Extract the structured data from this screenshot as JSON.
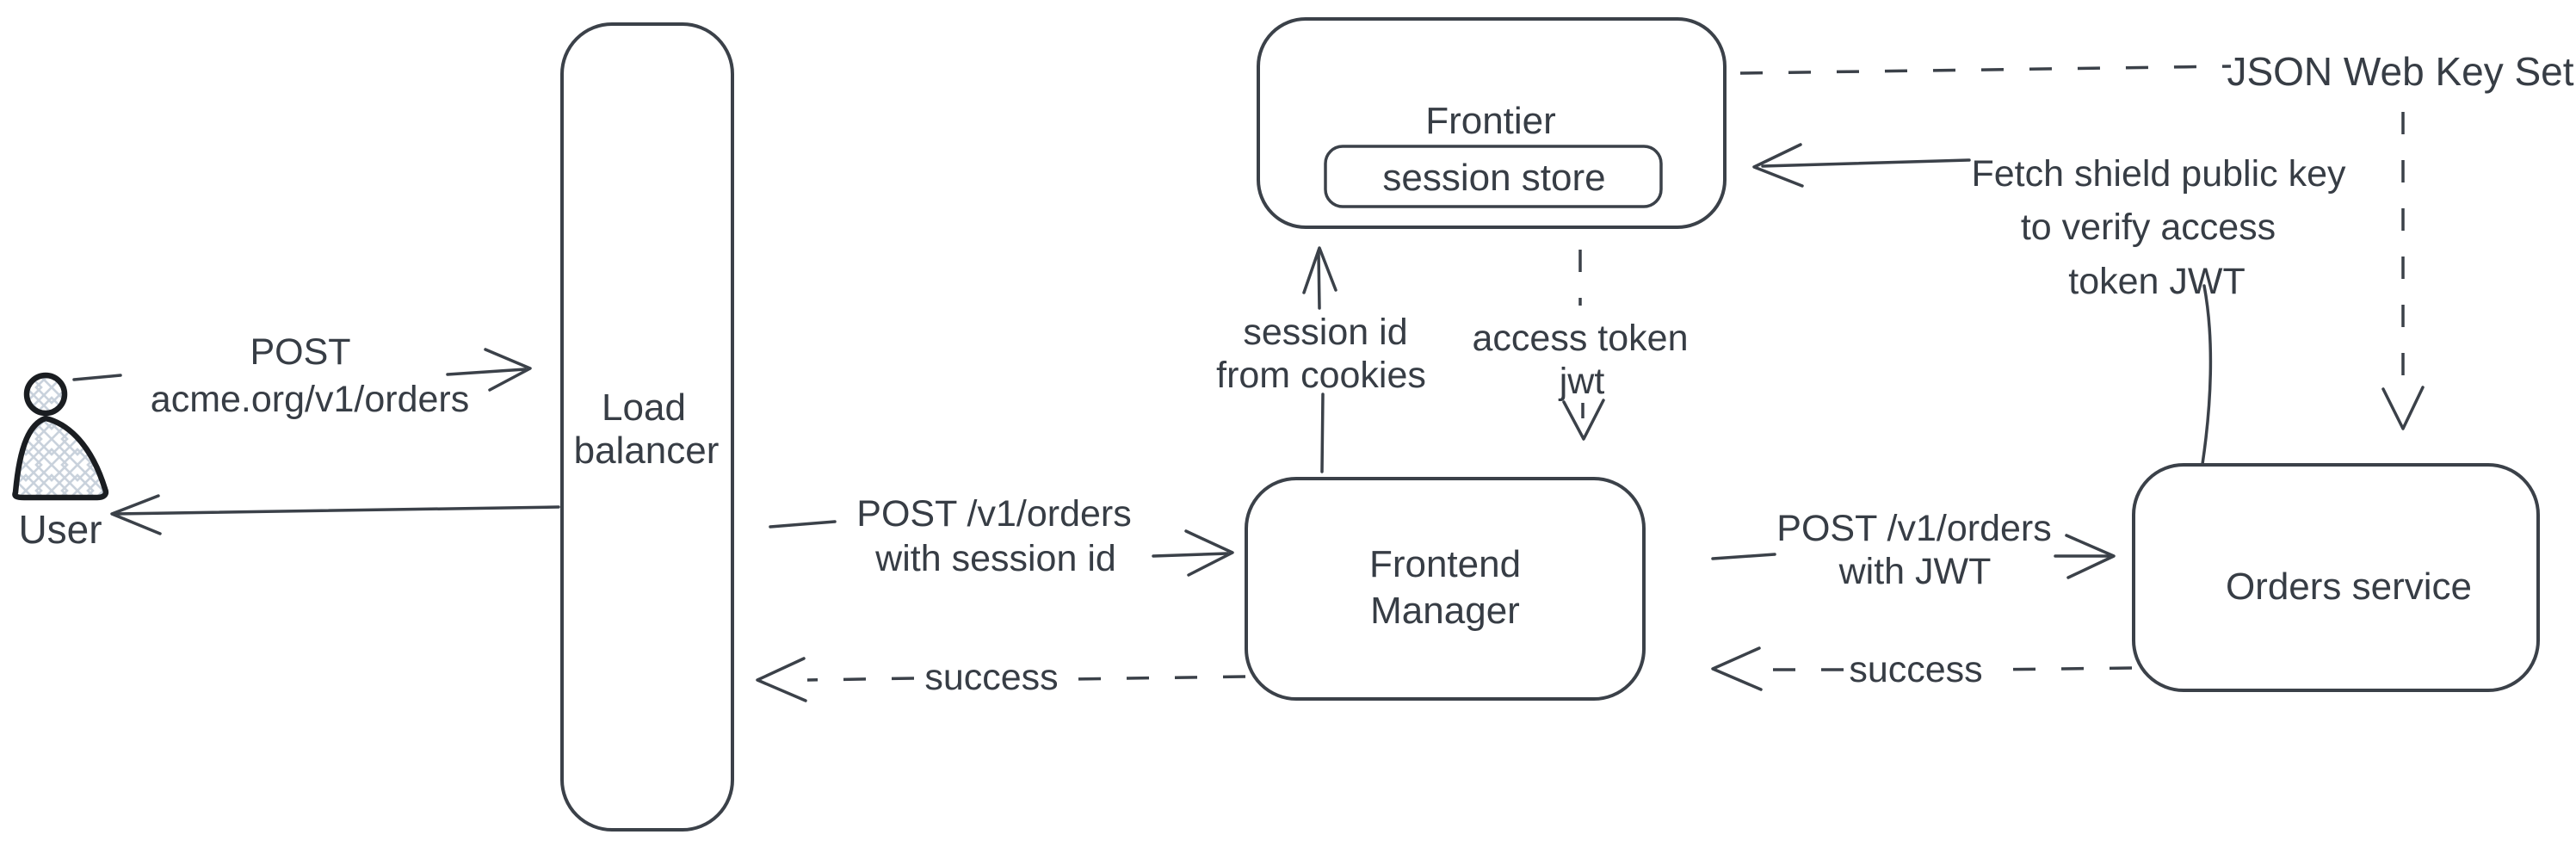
{
  "diagram": {
    "kind": "hand-drawn architecture flow diagram",
    "nodes": {
      "user": {
        "label": "User"
      },
      "load_balancer": {
        "line1": "Load",
        "line2": "balancer"
      },
      "frontier": {
        "label": "Frontier",
        "store_label": "session store"
      },
      "frontend_manager": {
        "line1": "Frontend",
        "line2": "Manager"
      },
      "orders_service": {
        "label": "Orders service"
      }
    },
    "edges": {
      "user_to_lb": {
        "line1": "POST",
        "line2": "acme.org/v1/orders",
        "style": "solid"
      },
      "lb_to_user": {
        "style": "solid"
      },
      "lb_to_fm": {
        "line1": "POST /v1/orders",
        "line2": "with session id",
        "style": "solid"
      },
      "fm_to_lb": {
        "label": "success",
        "style": "dashed"
      },
      "fm_to_frontier": {
        "line1": "session id",
        "line2": "from cookies",
        "style": "solid"
      },
      "frontier_to_fm": {
        "line1": "access token",
        "line2": "jwt",
        "style": "dashed"
      },
      "fm_to_orders": {
        "line1": "POST /v1/orders",
        "line2": "with JWT",
        "style": "solid"
      },
      "orders_to_fm": {
        "label": "success",
        "style": "dashed"
      },
      "orders_to_frontier": {
        "line1": "Fetch shield public key",
        "line2": "to verify access",
        "line3": "token JWT",
        "style": "solid"
      },
      "frontier_to_jwks": {
        "label": "JSON Web Key Set",
        "style": "dashed"
      },
      "jwks_to_orders": {
        "style": "dashed"
      }
    },
    "colors": {
      "stroke": "#3b4149",
      "text": "#373d45",
      "user_stroke": "#1a1d21",
      "hatch": "#c9d2dc",
      "background": "#ffffff"
    }
  }
}
